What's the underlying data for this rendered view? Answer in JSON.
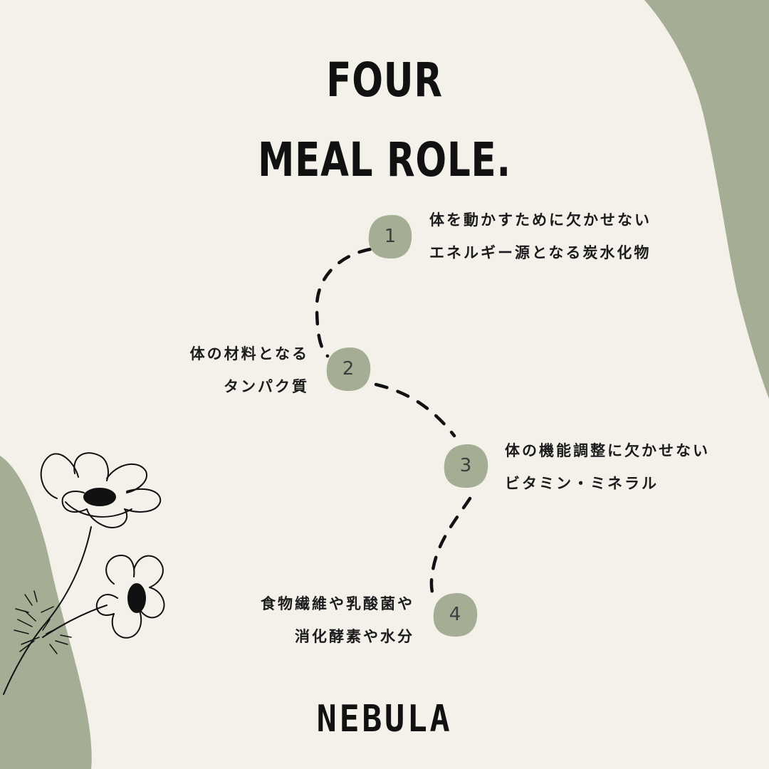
{
  "title": {
    "line1": "FOUR",
    "line2": "MEAL ROLE."
  },
  "colors": {
    "background": "#f3f1ea",
    "accent": "#a5ae94",
    "ink": "#111111"
  },
  "steps": [
    {
      "number": "1",
      "line1": "体を動かすために欠かせない",
      "line2": "エネルギー源となる炭水化物"
    },
    {
      "number": "2",
      "line1": "体の材料となる",
      "line2": "タンパク質"
    },
    {
      "number": "3",
      "line1": "体の機能調整に欠かせない",
      "line2": "ビタミン・ミネラル"
    },
    {
      "number": "4",
      "line1": "食物繊維や乳酸菌や",
      "line2": "消化酵素や水分"
    }
  ],
  "brand": "NEBULA",
  "illustration": {
    "icon": "flower-illustration"
  }
}
